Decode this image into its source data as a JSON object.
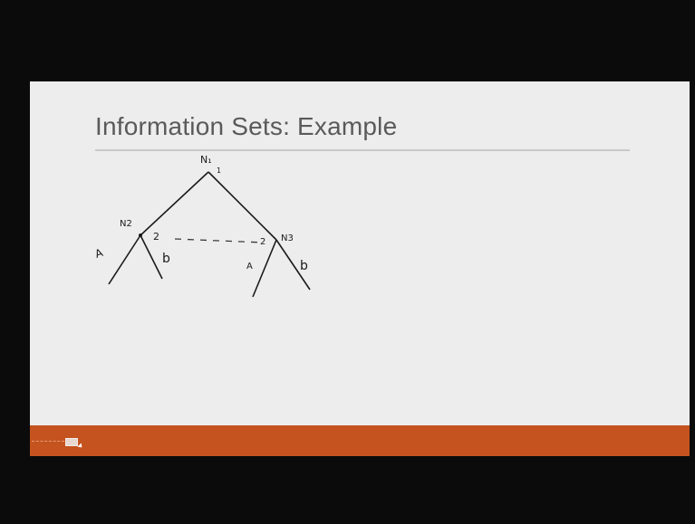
{
  "slide": {
    "title": "Information Sets: Example",
    "tree": {
      "root_label": "N₁",
      "root_player": "1",
      "left_label": "N2",
      "left_player": "2",
      "right_label": "N3",
      "right_player": "2",
      "left_left_action": "A",
      "left_right_action": "b",
      "right_left_action": "A",
      "right_right_action": "b"
    }
  },
  "colors": {
    "slide_background": "#ededed",
    "title_text": "#5a5a5a",
    "footer_bar": "#c5531f",
    "outer_background": "#0b0b0b",
    "ink": "#1a1a1a"
  },
  "footer": {
    "icons": [
      "slideshow-control-icon",
      "cursor-icon"
    ]
  }
}
